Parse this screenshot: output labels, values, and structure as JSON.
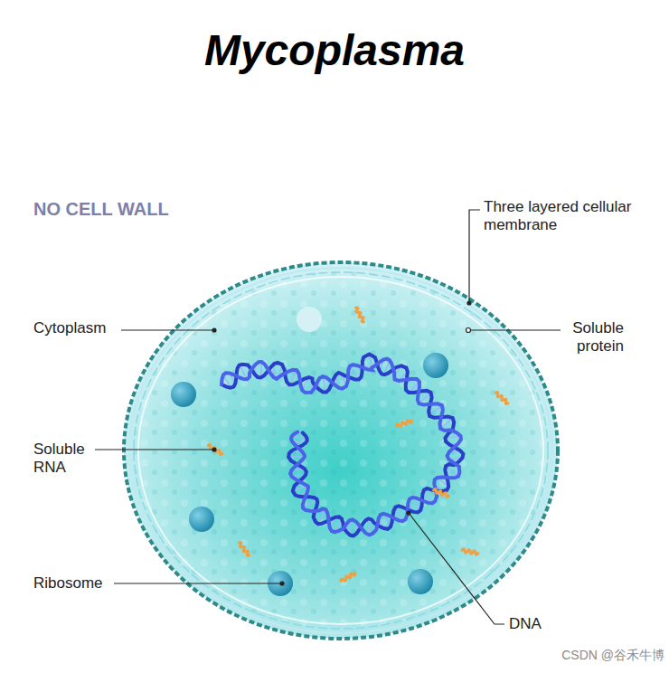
{
  "diagram": {
    "title": "Mycoplasma",
    "labels": [
      "NO CELL WALL",
      "Three layered cellular membrane",
      "Cytoplasm",
      "Soluble protein",
      "Soluble RNA",
      "Ribosome",
      "DNA",
      "CSDN @谷禾牛博"
    ]
  }
}
